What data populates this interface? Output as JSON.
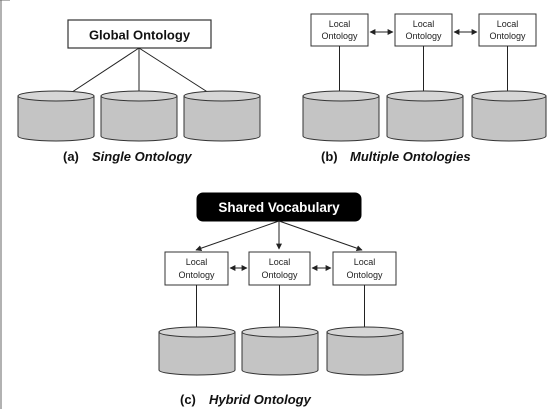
{
  "diagram": {
    "panels": [
      {
        "id": "a",
        "caption": {
          "label": "(a)",
          "title": "Single Ontology"
        },
        "top": {
          "text": "Global Ontology"
        },
        "databases": 3
      },
      {
        "id": "b",
        "caption": {
          "label": "(b)",
          "title": "Multiple Ontologies"
        },
        "locals": [
          {
            "line1": "Local",
            "line2": "Ontology"
          },
          {
            "line1": "Local",
            "line2": "Ontology"
          },
          {
            "line1": "Local",
            "line2": "Ontology"
          }
        ],
        "databases": 3
      },
      {
        "id": "c",
        "caption": {
          "label": "(c)",
          "title": "Hybrid Ontology"
        },
        "top": {
          "text": "Shared Vocabulary"
        },
        "locals": [
          {
            "line1": "Local",
            "line2": "Ontology"
          },
          {
            "line1": "Local",
            "line2": "Ontology"
          },
          {
            "line1": "Local",
            "line2": "Ontology"
          }
        ],
        "databases": 3
      }
    ],
    "colors": {
      "database_fill": "#c4c4c4",
      "database_top": "#d6d6d6",
      "line": "#222222",
      "shared_vocab_fill": "#000000",
      "shared_vocab_text": "#ffffff"
    }
  }
}
